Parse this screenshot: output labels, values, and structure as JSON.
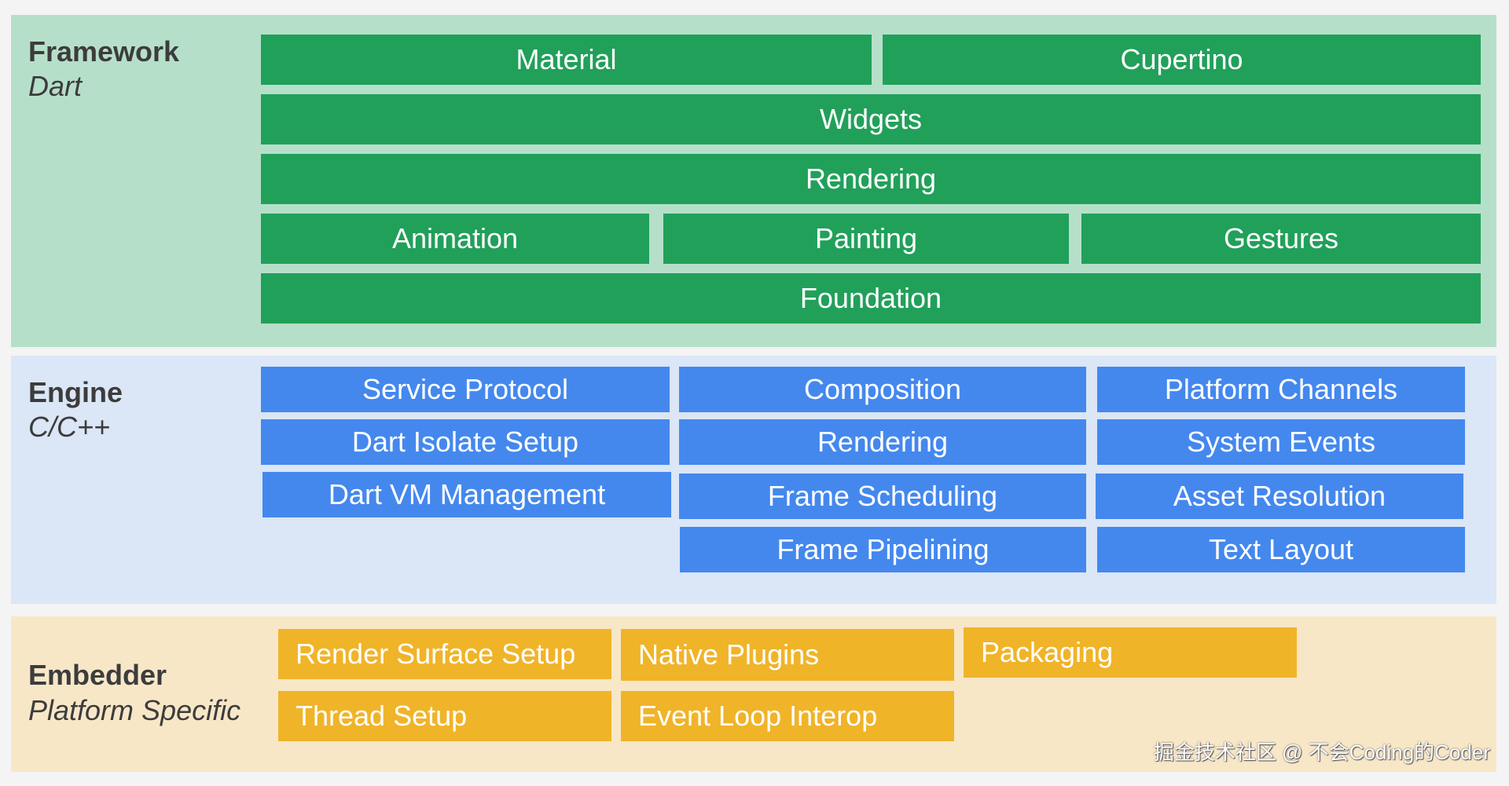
{
  "framework": {
    "title": "Framework",
    "language": "Dart",
    "rows": [
      [
        "Material",
        "Cupertino"
      ],
      [
        "Widgets"
      ],
      [
        "Rendering"
      ],
      [
        "Animation",
        "Painting",
        "Gestures"
      ],
      [
        "Foundation"
      ]
    ]
  },
  "engine": {
    "title": "Engine",
    "language": "C/C++",
    "columns": [
      [
        "Service Protocol",
        "Dart Isolate Setup",
        "Dart VM Management"
      ],
      [
        "Composition",
        "Rendering",
        "Frame Scheduling",
        "Frame Pipelining"
      ],
      [
        "Platform Channels",
        "System Events",
        "Asset Resolution",
        "Text Layout"
      ]
    ]
  },
  "embedder": {
    "title": "Embedder",
    "language": "Platform Specific",
    "rows": [
      [
        "Render Surface Setup",
        "Native Plugins",
        "Packaging"
      ],
      [
        "Thread Setup",
        "Event Loop Interop"
      ]
    ]
  },
  "watermark": "掘金技术社区 @ 不会Coding的Coder",
  "colors": {
    "framework_bg": "#b6dfca",
    "framework_box": "#21a05a",
    "engine_bg": "#dbe6f6",
    "engine_box": "#4488ee",
    "embedder_bg": "#f8e7c7",
    "embedder_box": "#f0b429"
  }
}
